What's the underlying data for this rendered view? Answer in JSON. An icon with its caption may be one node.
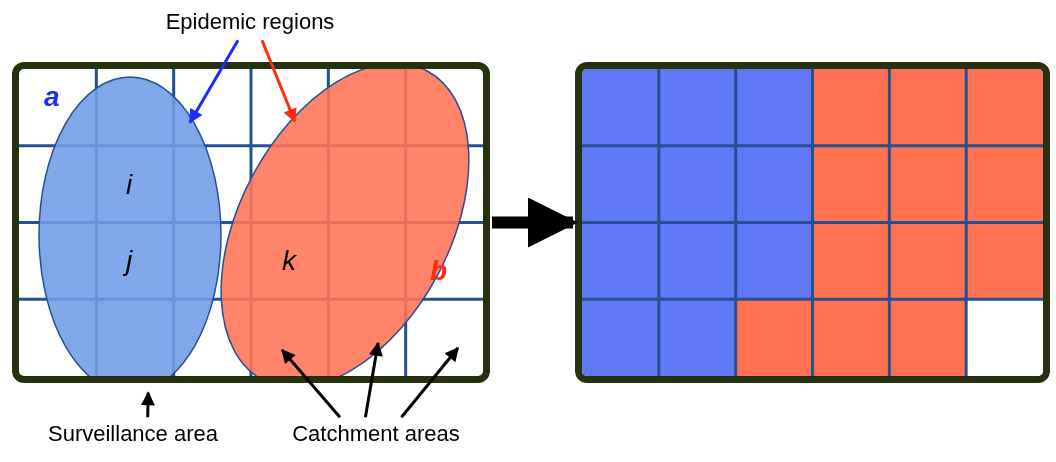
{
  "diagram": {
    "nodes": [
      {
        "text": [
          "Epidemic regions"
        ]
      },
      {
        "text": [],
        "shape": "box"
      },
      {
        "text": [],
        "shape": "ellipse",
        "in": 1
      },
      {
        "text": [],
        "shape": "ellipse",
        "in": 1
      },
      {
        "text": [],
        "shape": "box"
      },
      {
        "text": [
          "Surveillance area"
        ]
      },
      {
        "text": [
          "Catchment areas"
        ]
      }
    ],
    "edges": [
      {
        "from": 0,
        "to": 2,
        "arrow": "to",
        "color": "#1a2cff"
      },
      {
        "from": 0,
        "to": 3,
        "arrow": "to",
        "color": "#ff2a10"
      },
      {
        "from": 5,
        "to": 1,
        "arrow": "to"
      },
      {
        "from": 6,
        "to": 3,
        "arrow": "to"
      },
      {
        "from": 6,
        "to": 3,
        "arrow": "to"
      },
      {
        "from": 6,
        "to": 1,
        "arrow": "to"
      },
      {
        "from": 1,
        "to": 4,
        "arrow": "to",
        "style": "thick"
      }
    ],
    "labels": [
      "a",
      "i",
      "j",
      "k",
      "b"
    ]
  }
}
